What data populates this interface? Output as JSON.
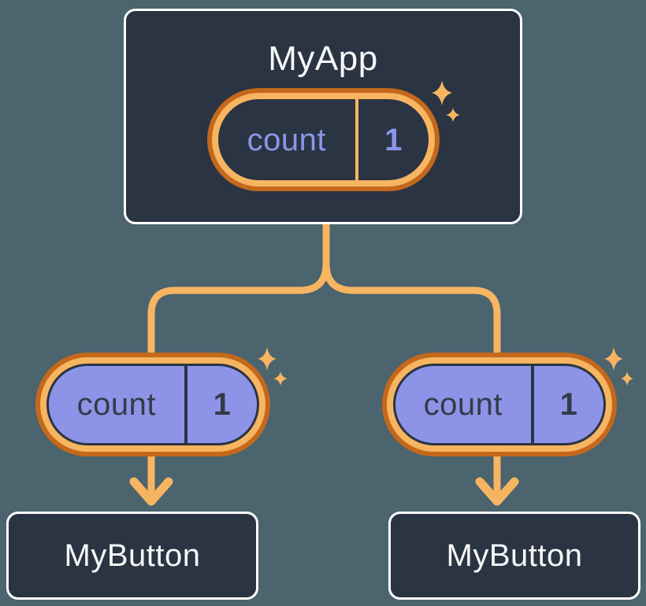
{
  "diagram": {
    "root": {
      "title": "MyApp",
      "state": {
        "label": "count",
        "value": "1"
      }
    },
    "children": [
      {
        "title": "MyButton",
        "prop": {
          "label": "count",
          "value": "1"
        }
      },
      {
        "title": "MyButton",
        "prop": {
          "label": "count",
          "value": "1"
        }
      }
    ],
    "icons": {
      "sparkle": "four-point-star",
      "arrow": "arrow-down-chevron"
    },
    "colors": {
      "background": "#4B646E",
      "node_bg": "#2B3442",
      "node_border": "#FFFFFF",
      "node_text": "#F6F7F9",
      "edge_accent": "#F7B561",
      "pill_ring_outer": "#C4681B",
      "pill_ring_inner": "#F7B561",
      "state_pill_fill": "#2B3442",
      "state_pill_text": "#8A96EA",
      "prop_pill_fill": "#8D94E7",
      "prop_pill_text": "#333B48"
    }
  }
}
